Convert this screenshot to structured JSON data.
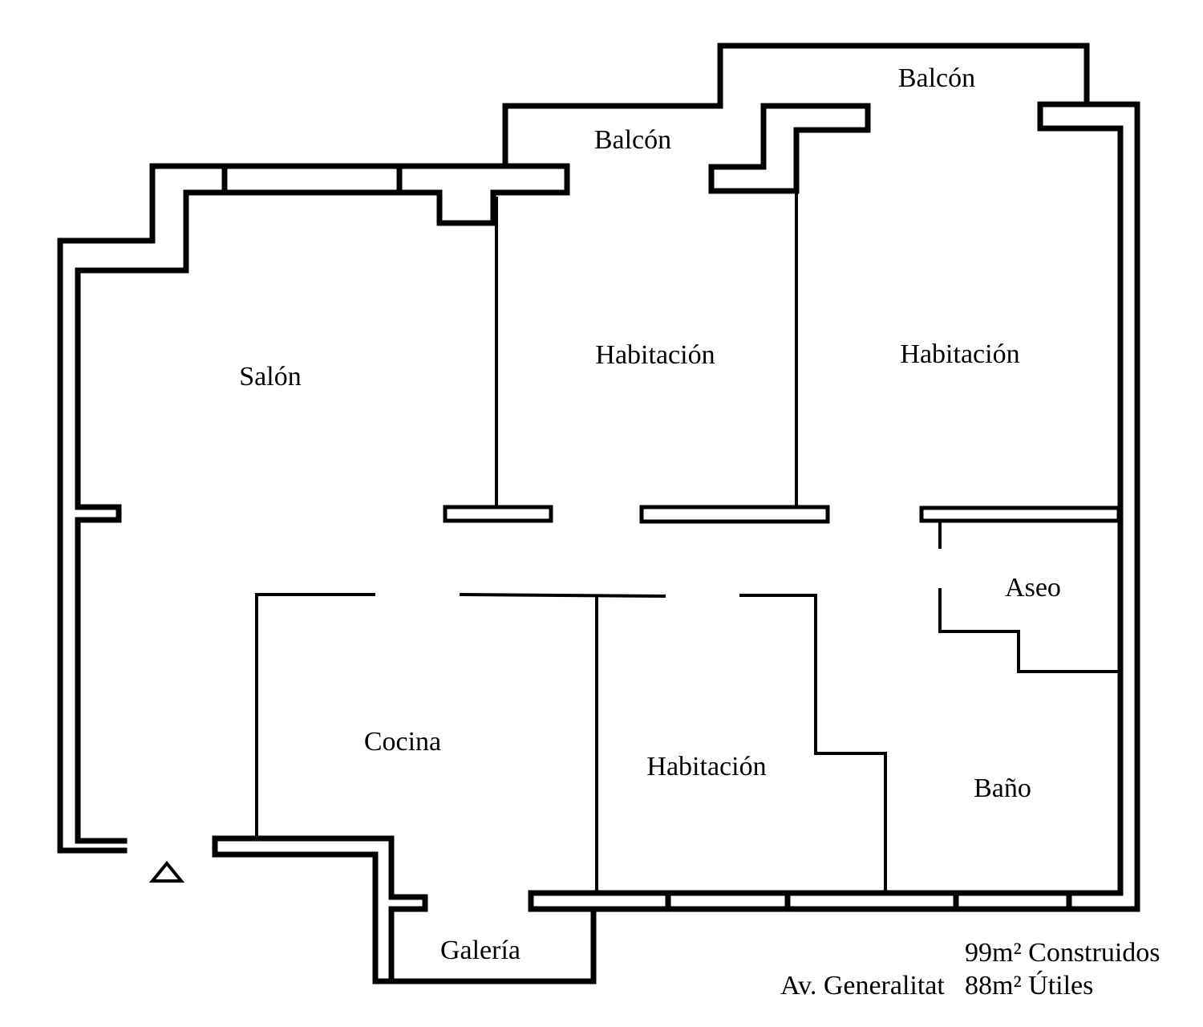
{
  "rooms": {
    "salon": "Salón",
    "habitacion_1": "Habitación",
    "habitacion_2": "Habitación",
    "habitacion_3": "Habitación",
    "balcon_1": "Balcón",
    "balcon_2": "Balcón",
    "aseo": "Aseo",
    "cocina": "Cocina",
    "bano": "Baño",
    "galeria": "Galería"
  },
  "info": {
    "construidos": "99m² Construidos",
    "address": "Av. Generalitat",
    "utiles": "88m² Útiles"
  },
  "colors": {
    "walls": "#000000",
    "background": "#ffffff"
  }
}
